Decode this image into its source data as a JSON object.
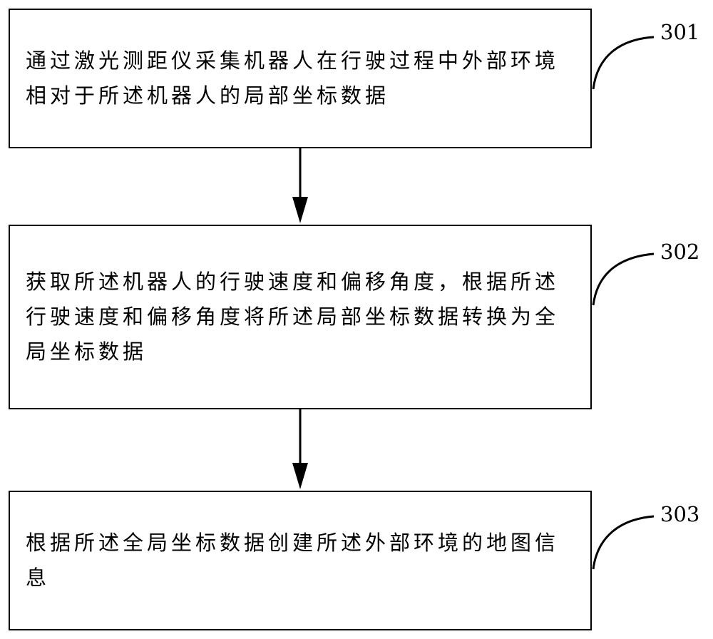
{
  "steps": [
    {
      "id": "301",
      "text": "通过激光测距仪采集机器人在行驶过程中外部环境相对于所述机器人的局部坐标数据"
    },
    {
      "id": "302",
      "text": "获取所述机器人的行驶速度和偏移角度，根据所述行驶速度和偏移角度将所述局部坐标数据转换为全局坐标数据"
    },
    {
      "id": "303",
      "text": "根据所述全局坐标数据创建所述外部环境的地图信息"
    }
  ]
}
